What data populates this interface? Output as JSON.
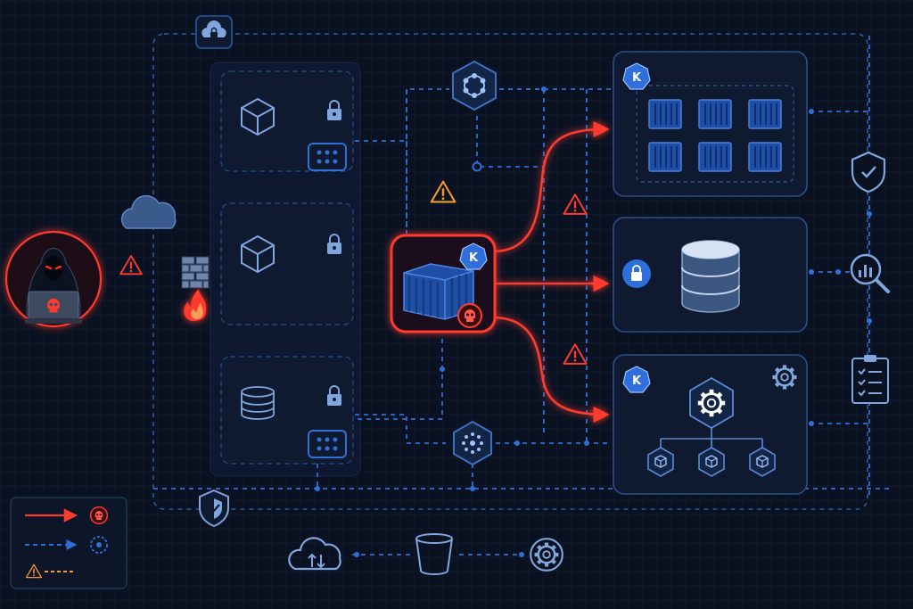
{
  "diagram": {
    "theme": {
      "background": "#0a1222",
      "panel_fill": "#0f1a31",
      "panel_stroke": "#2a4f8a",
      "flow_blue": "#2f6fd6",
      "icon_blue": "#7fa6dd",
      "attack_red": "#ff3b2f",
      "warning_orange": "#f39a2b",
      "k8s_blue": "#2e6fdc"
    },
    "attacker": {
      "icon": "hooded-hacker-with-laptop-icon",
      "badge": "skull-icon"
    },
    "perimeter": {
      "cloud_lock_icon": "cloud-lock-icon",
      "cloud_icon": "cloud-icon",
      "shield_icon": "shield-check-icon",
      "firewall_icon": "firewall-on-fire-icon"
    },
    "workloads": [
      {
        "icon": "cube-icon",
        "lock": "lock-icon",
        "badge": "dots-grid-icon"
      },
      {
        "icon": "cube-icon",
        "lock": "lock-icon"
      },
      {
        "icon": "database-icon",
        "lock": "lock-icon",
        "badge": "dots-grid-icon"
      }
    ],
    "compromised_container": {
      "icon": "shipping-container-icon",
      "k8s_badge": "K",
      "skull_badge": "skull-icon"
    },
    "targets": [
      {
        "name": "node-pool-cluster",
        "k8s_badge": "K",
        "icon": "container-grid-icon"
      },
      {
        "name": "database-store",
        "icon": "database-icon",
        "lock": "lock-icon"
      },
      {
        "name": "control-plane",
        "k8s_badge": "K",
        "icon": "gear-icon",
        "children": [
          "cube-icon",
          "cube-icon",
          "cube-icon"
        ]
      }
    ],
    "monitoring": [
      "shield-check-icon",
      "magnifier-chart-icon",
      "checklist-icon"
    ],
    "bottom_services": [
      "cloud-sync-icon",
      "storage-bucket-icon",
      "gear-icon"
    ],
    "legend": [
      {
        "line": "solid-red-arrow",
        "icon": "skull-icon",
        "meaning": "attack-path"
      },
      {
        "line": "dashed-blue-arrow",
        "icon": "network-node-icon",
        "meaning": "network-flow"
      },
      {
        "line": "dashed-orange",
        "icon": "warning-icon",
        "meaning": "alert"
      }
    ]
  }
}
